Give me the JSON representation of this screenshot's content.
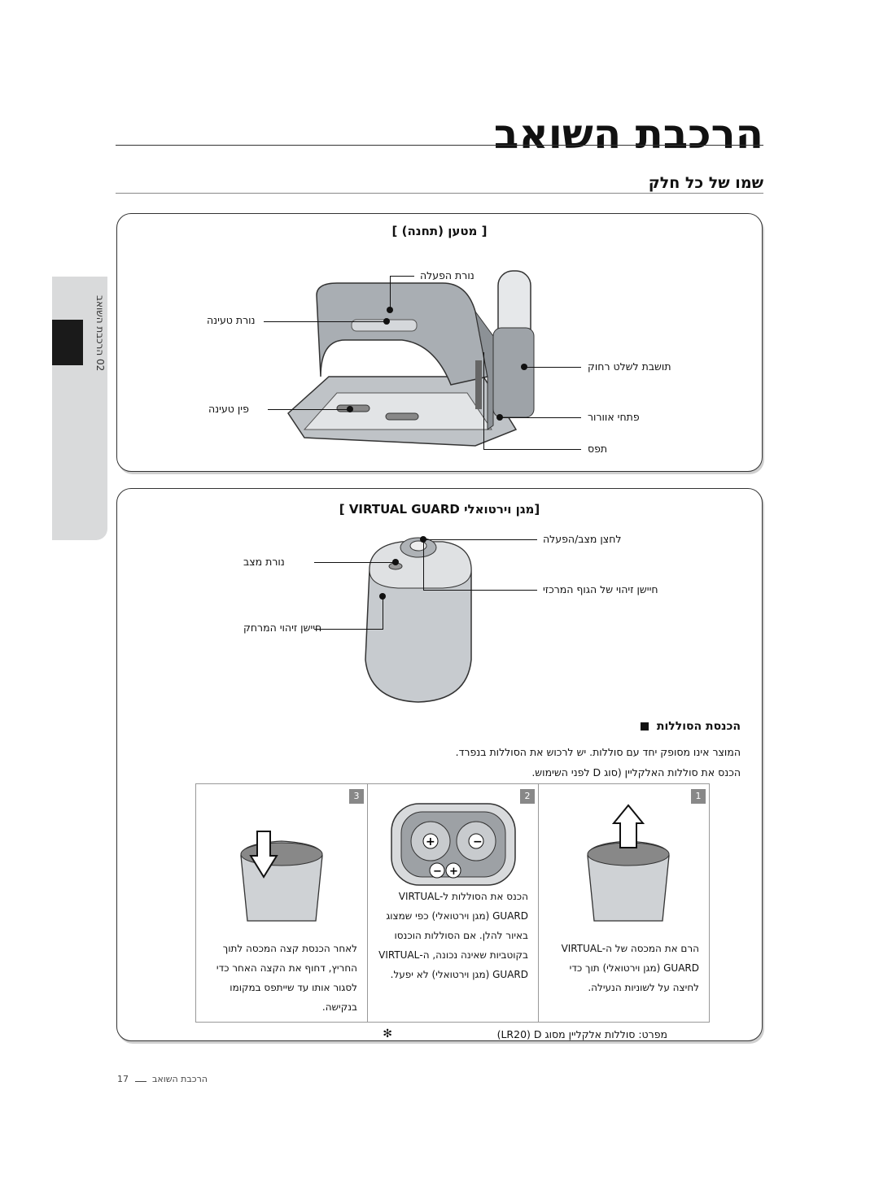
{
  "page": {
    "title": "הרכבת השואב",
    "subtitle": "שמו של כל חלק",
    "side_tab": "02 הרכבת השואב",
    "footer_number": "17",
    "footer_text": "הרכבת השואב"
  },
  "dock_panel": {
    "heading": "[ מטען (תחנה) ]",
    "labels": {
      "operation_light": "נורת הפעלה",
      "charging_light": "נורת טעינה",
      "remote_holder": "תושבת לשלט רחוק",
      "charging_pins": "פין טעינה",
      "exhaust_openings": "פתחי אוורור",
      "bumper": "תפס"
    }
  },
  "guard_panel": {
    "heading": "[ VIRTUAL GUARD מגן וירטואלי]",
    "labels": {
      "mode_button": "לחצן מצב/הפעלה",
      "mode_light": "נורת מצב",
      "side_sensor": "חיישן זיהוי של הגוף המרכזי",
      "distance_sensor": "חיישן זיהוי המרחק"
    },
    "battery": {
      "title": "הכנסת הסוללות",
      "line1": "המוצר אינו מסופק יחד עם סוללות. יש לרכוש את הסוללות בנפרד.",
      "line2": "הכנס את סוללות האלקליין (סוג D לפני השימוש."
    },
    "steps": [
      {
        "num": "1",
        "text": "הרם את המכסה של ה-VIRTUAL GUARD (מגן וירטואלי) תוך כדי לחיצה על לשוניות הנעילה."
      },
      {
        "num": "2",
        "text": "הכנס את הסוללות ל-VIRTUAL GUARD (מגן וירטואלי) כפי שמצוג באיור להלן. אם הסוללות הוכנסו בקוטביות שאינה נכונה, ה-VIRTUAL GUARD (מגן וירטואלי) לא יפעל."
      },
      {
        "num": "3",
        "text": "לאחר הכנסת קצה המכסה לתוך החריץ, דחוף את הקצה האחר כדי לסגור אותו עד שייתפס במקומו בנקישה."
      }
    ],
    "note": "מפרט: סוללות אלקליין מסוג LR20) D)"
  }
}
